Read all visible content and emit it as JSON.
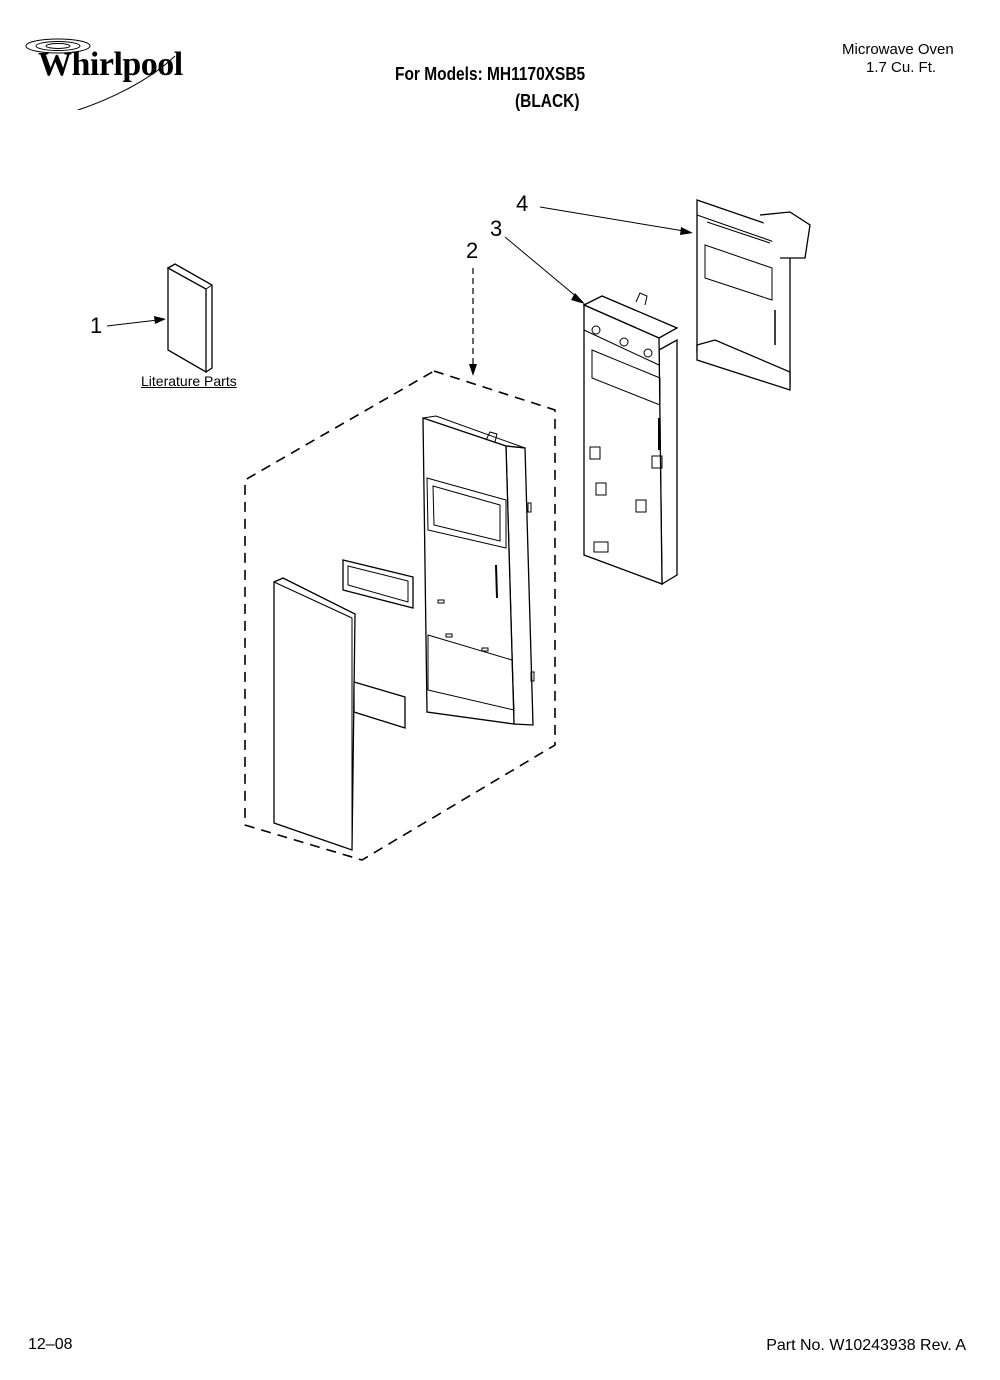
{
  "brand": {
    "logo_text": "Whirlpool"
  },
  "header": {
    "model_line": "For Models: MH1170XSB5",
    "color_line": "(BLACK)",
    "product_name": "Microwave Oven",
    "product_size": "1.7 Cu. Ft."
  },
  "callouts": [
    {
      "number": "1"
    },
    {
      "number": "2"
    },
    {
      "number": "3"
    },
    {
      "number": "4"
    }
  ],
  "literature_label": "Literature Parts",
  "footer": {
    "date": "12–08",
    "part_number": "Part No. W10243938 Rev. A"
  }
}
